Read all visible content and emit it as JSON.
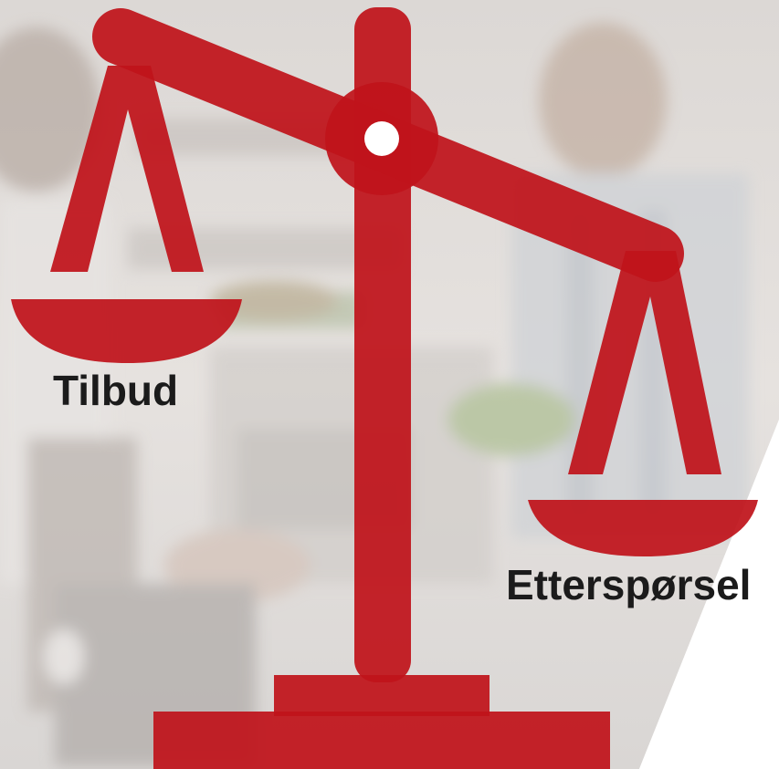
{
  "labels": {
    "left": "Tilbud",
    "right": "Etterspørsel"
  },
  "colors": {
    "scale": "#c0131b",
    "label_text": "#1b1b1b",
    "background_photo_tint": "#e9e7e6"
  },
  "scale": {
    "tilt": "left side raised, right side lowered"
  }
}
